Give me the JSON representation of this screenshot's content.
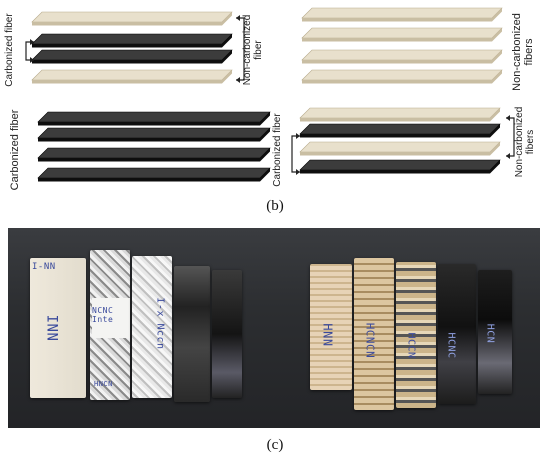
{
  "diagrams": {
    "top_left": {
      "label_left": "Carbonized fiber",
      "label_right": [
        "Non-carbonized",
        "fiber"
      ],
      "layers": [
        "non-carbonized",
        "carbonized",
        "carbonized",
        "non-carbonized"
      ]
    },
    "top_right": {
      "label_right": [
        "Non-carbonized",
        "fibers"
      ],
      "layers": [
        "non-carbonized",
        "non-carbonized",
        "non-carbonized",
        "non-carbonized"
      ]
    },
    "bottom_left": {
      "label_left": "Carbonized fiber",
      "layers": [
        "carbonized",
        "carbonized",
        "carbonized",
        "carbonized"
      ]
    },
    "bottom_right": {
      "label_left": "Carbonized fiber",
      "label_right": [
        "Non-carbonized",
        "fibers"
      ],
      "layers": [
        "non-carbonized",
        "carbonized",
        "non-carbonized",
        "carbonized"
      ]
    }
  },
  "captions": {
    "b": "(b)",
    "c": "(c)"
  },
  "photo": {
    "left_group_labels": [
      "I-NN",
      "INN",
      "NCNC Inte",
      "I-x Nccn",
      "HNCN"
    ],
    "right_group_labels": [
      "HNN",
      "HCNCN",
      "HCCN",
      "HCNC",
      "HCN"
    ]
  },
  "colors": {
    "carbonized_top": "#3c3c3c",
    "carbonized_side": "#0e0e0e",
    "non_carbonized_top": "#e8e0cc",
    "non_carbonized_side": "#c9bea3",
    "photo_bg": "#2c2e31"
  }
}
